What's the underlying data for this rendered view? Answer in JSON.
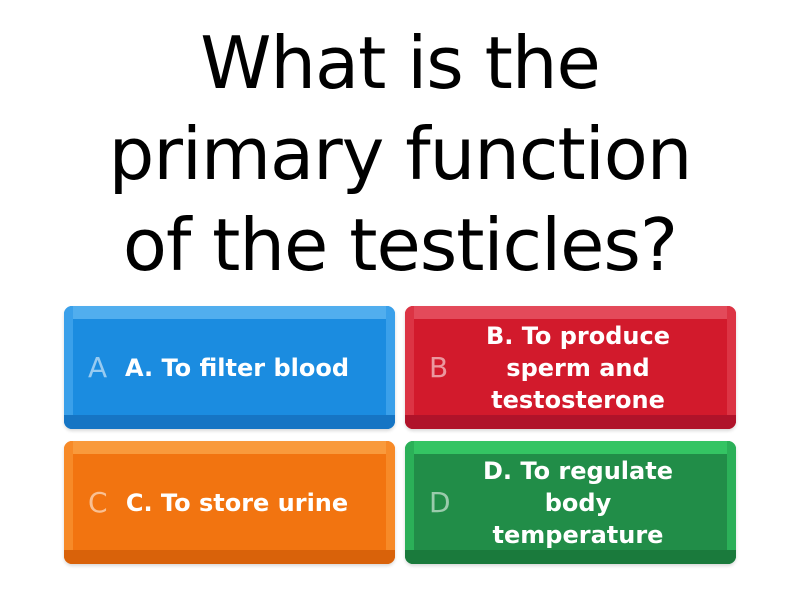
{
  "question": {
    "lines": [
      "What is the",
      "primary function",
      "of the testicles?"
    ],
    "full_text": "What is the primary function of the testicles?"
  },
  "answers": [
    {
      "letter": "A",
      "text": "A. To filter blood",
      "color": "#1f8fe3"
    },
    {
      "letter": "B",
      "text": "B. To produce sperm and testosterone",
      "color": "#d41c2e"
    },
    {
      "letter": "C",
      "text": "C. To store urine",
      "color": "#f47a14"
    },
    {
      "letter": "D",
      "text": "D. To regulate body temperature",
      "color": "#22914a"
    }
  ]
}
